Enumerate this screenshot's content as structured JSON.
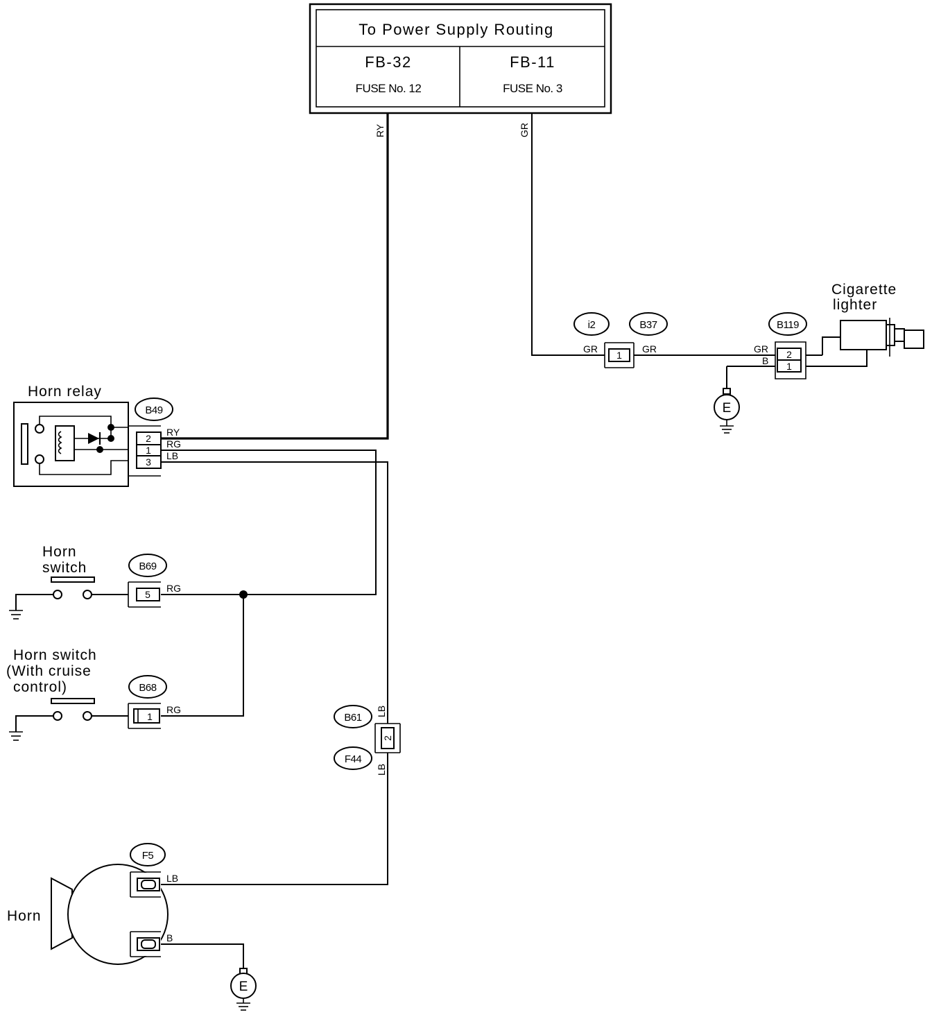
{
  "power_box": {
    "title": "To Power Supply Routing",
    "left": {
      "name": "FB-32",
      "fuse": "FUSE No. 12"
    },
    "right": {
      "name": "FB-11",
      "fuse": "FUSE No. 3"
    }
  },
  "wire_colors": {
    "ry": "RY",
    "gr": "GR",
    "rg": "RG",
    "lb": "LB",
    "b": "B"
  },
  "connectors": {
    "i2": "i2",
    "b37": "B37",
    "b119": "B119",
    "b49": "B49",
    "b69": "B69",
    "b68": "B68",
    "b61": "B61",
    "f44": "F44",
    "f5": "F5"
  },
  "pins": {
    "i2_1": "1",
    "b119_2": "2",
    "b119_1": "1",
    "b49_2": "2",
    "b49_1": "1",
    "b49_3": "3",
    "b69_5": "5",
    "b68_1": "1",
    "b61_2": "2"
  },
  "components": {
    "cigarette_lighter_line1": "Cigarette",
    "cigarette_lighter_line2": "lighter",
    "horn_relay": "Horn relay",
    "horn_switch_line1": "Horn",
    "horn_switch_line2": "switch",
    "horn_switch_cruise_line1": "Horn switch",
    "horn_switch_cruise_line2": "(With cruise",
    "horn_switch_cruise_line3": "control)",
    "horn": "Horn"
  },
  "ground_label": "E"
}
